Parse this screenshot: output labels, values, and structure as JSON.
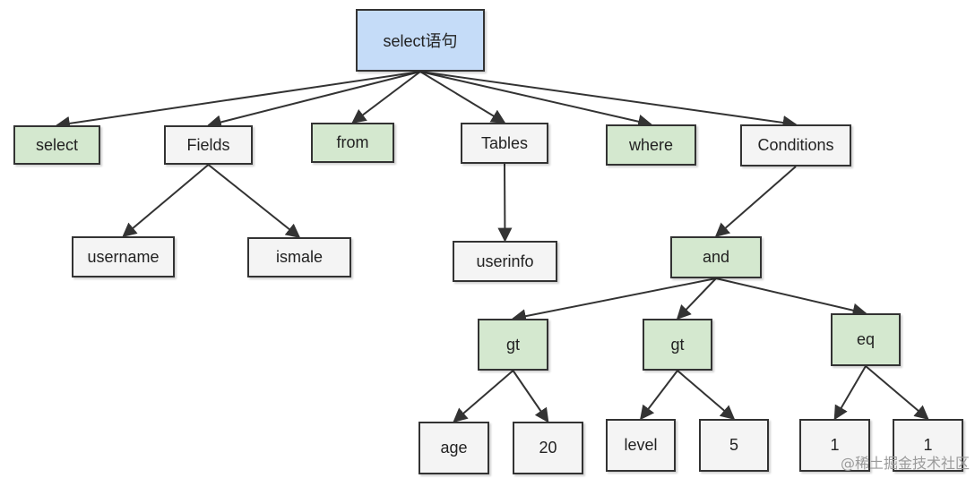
{
  "diagram": {
    "colors": {
      "root": "#c5dcf8",
      "keyword": "#d4e8cf",
      "plain": "#f4f4f4",
      "border": "#333333",
      "edge": "#333333"
    },
    "nodes": [
      {
        "id": "root",
        "label": "select语句",
        "kind": "root"
      },
      {
        "id": "select",
        "label": "select",
        "kind": "keyword"
      },
      {
        "id": "fields",
        "label": "Fields",
        "kind": "plain"
      },
      {
        "id": "from",
        "label": "from",
        "kind": "keyword"
      },
      {
        "id": "tables",
        "label": "Tables",
        "kind": "plain"
      },
      {
        "id": "where",
        "label": "where",
        "kind": "keyword"
      },
      {
        "id": "conditions",
        "label": "Conditions",
        "kind": "plain"
      },
      {
        "id": "username",
        "label": "username",
        "kind": "plain"
      },
      {
        "id": "ismale",
        "label": "ismale",
        "kind": "plain"
      },
      {
        "id": "userinfo",
        "label": "userinfo",
        "kind": "plain"
      },
      {
        "id": "and",
        "label": "and",
        "kind": "keyword"
      },
      {
        "id": "gt1",
        "label": "gt",
        "kind": "keyword"
      },
      {
        "id": "gt2",
        "label": "gt",
        "kind": "keyword"
      },
      {
        "id": "eq",
        "label": "eq",
        "kind": "keyword"
      },
      {
        "id": "age",
        "label": "age",
        "kind": "plain"
      },
      {
        "id": "n20",
        "label": "20",
        "kind": "plain"
      },
      {
        "id": "level",
        "label": "level",
        "kind": "plain"
      },
      {
        "id": "n5",
        "label": "5",
        "kind": "plain"
      },
      {
        "id": "one_a",
        "label": "1",
        "kind": "plain"
      },
      {
        "id": "one_b",
        "label": "1",
        "kind": "plain"
      }
    ],
    "edges": [
      [
        "root",
        "select"
      ],
      [
        "root",
        "fields"
      ],
      [
        "root",
        "from"
      ],
      [
        "root",
        "tables"
      ],
      [
        "root",
        "where"
      ],
      [
        "root",
        "conditions"
      ],
      [
        "fields",
        "username"
      ],
      [
        "fields",
        "ismale"
      ],
      [
        "tables",
        "userinfo"
      ],
      [
        "conditions",
        "and"
      ],
      [
        "and",
        "gt1"
      ],
      [
        "and",
        "gt2"
      ],
      [
        "and",
        "eq"
      ],
      [
        "gt1",
        "age"
      ],
      [
        "gt1",
        "n20"
      ],
      [
        "gt2",
        "level"
      ],
      [
        "gt2",
        "n5"
      ],
      [
        "eq",
        "one_a"
      ],
      [
        "eq",
        "one_b"
      ]
    ]
  },
  "watermark": "@稀土掘金技术社区"
}
